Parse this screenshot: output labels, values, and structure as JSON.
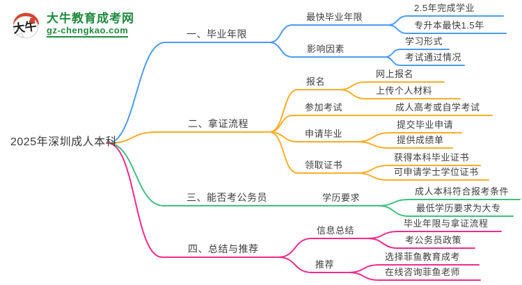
{
  "logo": {
    "brand": "大牛教育成考网",
    "domain": "gz-chengkao.com",
    "seal_text": "大牛",
    "brand_color": "#1e8a3c",
    "seal_color": "#d7432e"
  },
  "root": {
    "label": "2025年深圳成人本科"
  },
  "branches": [
    {
      "label": "一、毕业年限",
      "color": "#4b9bf3",
      "children": [
        {
          "label": "最快毕业年限",
          "children": [
            {
              "label": "2.5年完成学业"
            },
            {
              "label": "专升本最快1.5年"
            }
          ]
        },
        {
          "label": "影响因素",
          "children": [
            {
              "label": "学习形式"
            },
            {
              "label": "考试通过情况"
            }
          ]
        }
      ]
    },
    {
      "label": "二、拿证流程",
      "color": "#fbad27",
      "children": [
        {
          "label": "报名",
          "children": [
            {
              "label": "网上报名"
            },
            {
              "label": "上传个人材料"
            }
          ]
        },
        {
          "label": "参加考试",
          "children": [
            {
              "label": "成人高考或自学考试"
            }
          ]
        },
        {
          "label": "申请毕业",
          "children": [
            {
              "label": "提交毕业申请"
            },
            {
              "label": "提供成绩单"
            }
          ]
        },
        {
          "label": "领取证书",
          "children": [
            {
              "label": "获得本科毕业证书"
            },
            {
              "label": "可申请学士学位证书"
            }
          ]
        }
      ]
    },
    {
      "label": "三、能否考公务员",
      "color": "#3fc07e",
      "children": [
        {
          "label": "学历要求",
          "children": [
            {
              "label": "成人本科符合报考条件"
            },
            {
              "label": "最低学历要求为大专"
            }
          ]
        }
      ]
    },
    {
      "label": "四、总结与推荐",
      "color": "#f2298a",
      "children": [
        {
          "label": "信息总结",
          "children": [
            {
              "label": "毕业年限与拿证流程"
            },
            {
              "label": "考公务员政策"
            }
          ]
        },
        {
          "label": "推荐",
          "children": [
            {
              "label": "选择菲鱼教育成考"
            },
            {
              "label": "在线咨询菲鱼老师"
            }
          ]
        }
      ]
    }
  ]
}
